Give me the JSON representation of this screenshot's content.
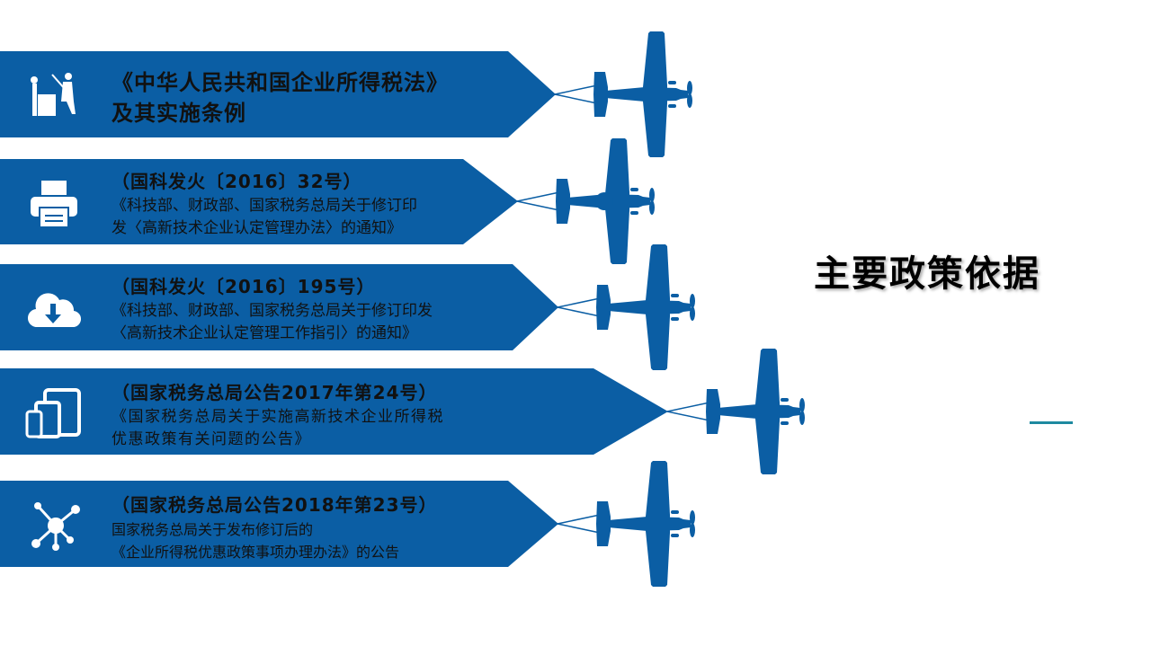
{
  "title": "主要政策依据",
  "colors": {
    "banner": "#0b5ea4",
    "accent": "#1e8aa0"
  },
  "items": [
    {
      "icon": "office-worker-icon",
      "line1": "《中华人民共和国企业所得税法》",
      "line2": "及其实施条例"
    },
    {
      "icon": "printer-icon",
      "line1": "（国科发火〔2016〕32号）",
      "line2": "《科技部、财政部、国家税务总局关于修订印",
      "line3": "发〈高新技术企业认定管理办法〉的通知》"
    },
    {
      "icon": "cloud-download-icon",
      "line1": "（国科发火〔2016〕195号）",
      "line2": "《科技部、财政部、国家税务总局关于修订印发",
      "line3": "〈高新技术企业认定管理工作指引〉的通知》"
    },
    {
      "icon": "devices-icon",
      "line1": "（国家税务总局公告2017年第24号）",
      "line2": "《国家税务总局关于实施高新技术企业所得税",
      "line3": "优惠政策有关问题的公告》"
    },
    {
      "icon": "network-icon",
      "line1": "（国家税务总局公告2018年第23号）",
      "line2": "国家税务总局关于发布修订后的",
      "line3": "《企业所得税优惠政策事项办理办法》的公告"
    }
  ]
}
